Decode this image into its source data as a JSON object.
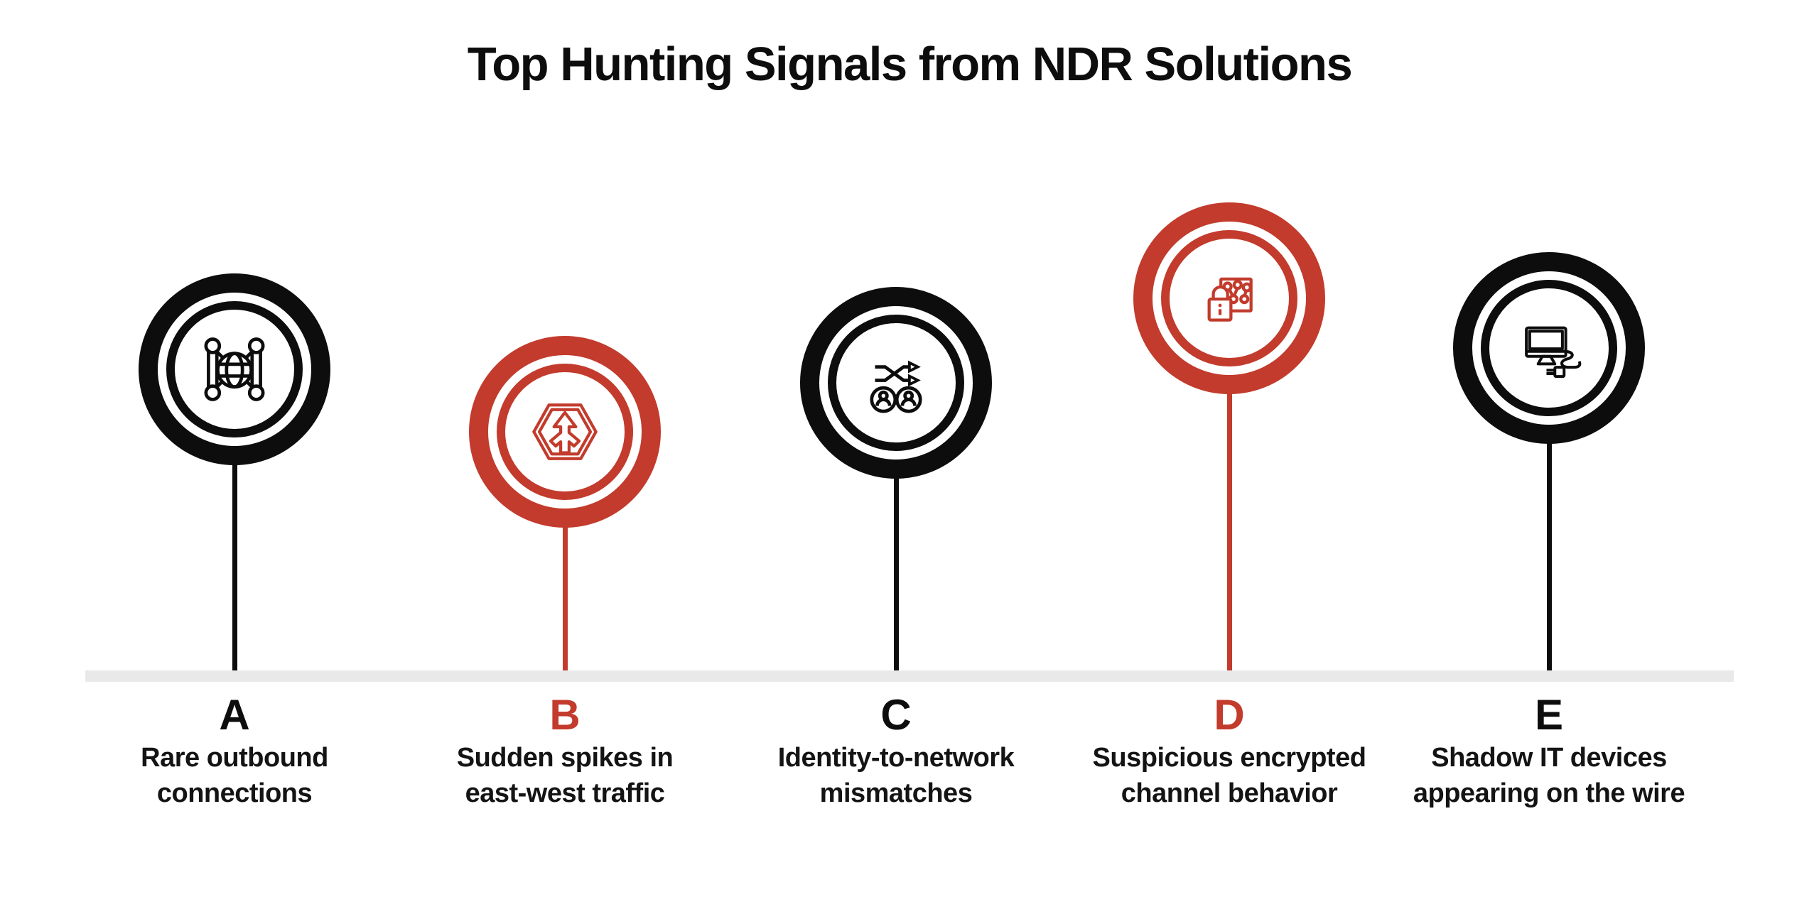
{
  "title": "Top Hunting Signals from NDR Solutions",
  "colors": {
    "black": "#0d0d0d",
    "red": "#c23b2c",
    "timeline_bar": "#e9e9e9",
    "background": "#ffffff"
  },
  "timeline": {
    "shape": "horizontal-bar"
  },
  "items": [
    {
      "letter": "A",
      "color": "#0d0d0d",
      "icon": "globe-network-icon",
      "label_line1": "Rare outbound",
      "label_line2": "connections"
    },
    {
      "letter": "B",
      "color": "#c23b2c",
      "icon": "traffic-spike-hexagon-icon",
      "label_line1": "Sudden spikes in",
      "label_line2": "east-west traffic"
    },
    {
      "letter": "C",
      "color": "#0d0d0d",
      "icon": "identity-shuffle-users-icon",
      "label_line1": "Identity-to-network",
      "label_line2": "mismatches"
    },
    {
      "letter": "D",
      "color": "#c23b2c",
      "icon": "encrypted-lock-circuit-icon",
      "label_line1": "Suspicious encrypted",
      "label_line2": "channel behavior"
    },
    {
      "letter": "E",
      "color": "#0d0d0d",
      "icon": "computer-plug-icon",
      "label_line1": "Shadow IT devices",
      "label_line2": "appearing on the wire"
    }
  ]
}
